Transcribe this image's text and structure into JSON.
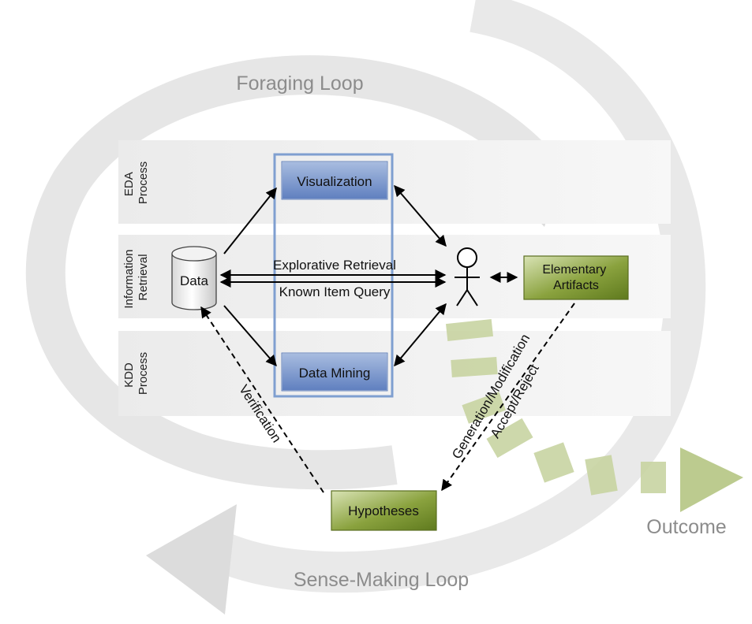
{
  "loops": {
    "foraging": "Foraging Loop",
    "sense_making": "Sense-Making Loop",
    "outcome": "Outcome"
  },
  "lanes": {
    "eda": [
      "EDA",
      "Process"
    ],
    "ir": [
      "Information",
      "Retrieval"
    ],
    "kdd": [
      "KDD",
      "Process"
    ]
  },
  "nodes": {
    "visualization": "Visualization",
    "data_mining": "Data Mining",
    "data": "Data",
    "elementary_artifacts": [
      "Elementary",
      "Artifacts"
    ],
    "hypotheses": "Hypotheses"
  },
  "edges": {
    "explorative_retrieval": "Explorative Retrieval",
    "known_item_query": "Known Item Query",
    "verification": "Verification",
    "generation_modification": "Generation/Modification",
    "accept_reject": "Accept/Reject"
  },
  "colors": {
    "loop_gray": "#e6e6e6",
    "lane_gray": "#efefef",
    "blue_frame": "#7f9fd0",
    "blue_box": "#6f8fc6",
    "green_box": "#7a9230",
    "outcome_green": "#bccb8f",
    "label_gray": "#8c8c8c"
  }
}
